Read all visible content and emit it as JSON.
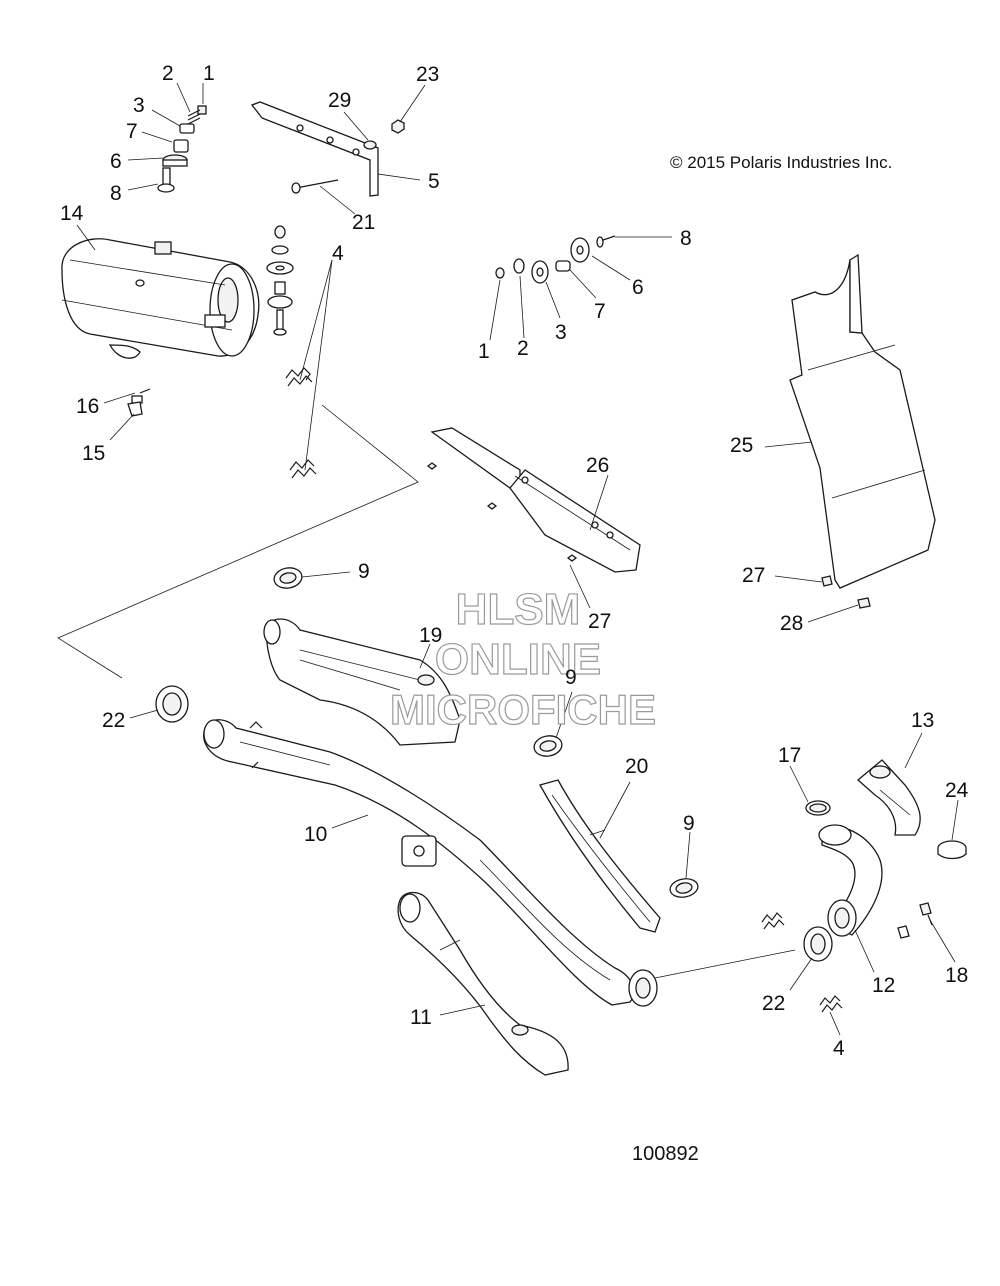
{
  "copyright": "© 2015 Polaris Industries Inc.",
  "figure_number": "100892",
  "watermark": {
    "line1": "HLSM",
    "line2": "ONLINE",
    "line3": "MICROFICHE"
  },
  "callouts": {
    "c1a": "1",
    "c2a": "2",
    "c3a": "3",
    "c7a": "7",
    "c6a": "6",
    "c8a": "8",
    "c29": "29",
    "c23": "23",
    "c5": "5",
    "c21": "21",
    "c14": "14",
    "c8b": "8",
    "c6b": "6",
    "c7b": "7",
    "c3b": "3",
    "c2b": "2",
    "c1b": "1",
    "c4a": "4",
    "c16": "16",
    "c15": "15",
    "c26": "26",
    "c25": "25",
    "c27a": "27",
    "c27b": "27",
    "c28": "28",
    "c9a": "9",
    "c19": "19",
    "c9b": "9",
    "c22a": "22",
    "c10": "10",
    "c20": "20",
    "c9c": "9",
    "c17": "17",
    "c13": "13",
    "c24": "24",
    "c11": "11",
    "c4b": "4",
    "c22b": "22",
    "c12": "12",
    "c18": "18"
  }
}
